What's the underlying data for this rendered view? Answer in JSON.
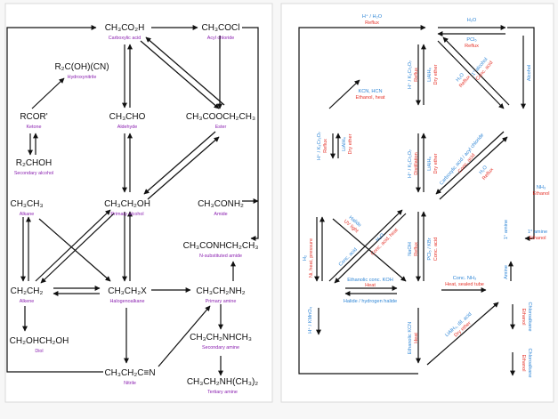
{
  "colors": {
    "compound": "#111111",
    "compound_name": "#8a1fb0",
    "reagent_blue": "#2f86d6",
    "reagent_red": "#e5332a",
    "line": "#111111"
  },
  "left_panel": {
    "compounds": [
      {
        "id": "carboxylic-acid",
        "formula": "CH₃CO₂H",
        "name": "Carboxylic acid"
      },
      {
        "id": "acyl-chloride",
        "formula": "CH₃COCl",
        "name": "Acyl chloride"
      },
      {
        "id": "hydroxynitrile",
        "formula": "R₂C(OH)(CN)",
        "name": "Hydroxynitrile"
      },
      {
        "id": "ketone",
        "formula": "RCOR'",
        "name": "Ketone"
      },
      {
        "id": "aldehyde",
        "formula": "CH₃CHO",
        "name": "Aldehyde"
      },
      {
        "id": "ester",
        "formula": "CH₃COOCH₂CH₃",
        "name": "Ester"
      },
      {
        "id": "secondary-alcohol",
        "formula": "R₂CHOH",
        "name": "Secondary alcohol"
      },
      {
        "id": "alkane",
        "formula": "CH₃CH₃",
        "name": "Alkane"
      },
      {
        "id": "primary-alcohol",
        "formula": "CH₃CH₂OH",
        "name": "Primary alcohol"
      },
      {
        "id": "amide",
        "formula": "CH₃CONH₂",
        "name": "Amide"
      },
      {
        "id": "n-substituted-amide",
        "formula": "CH₃CONHCH₂CH₃",
        "name": "N-substituted amide"
      },
      {
        "id": "alkene",
        "formula": "CH₂CH₂",
        "name": "Alkene"
      },
      {
        "id": "halogenoalkane",
        "formula": "CH₃CH₂X",
        "name": "Halogenoalkane"
      },
      {
        "id": "primary-amine",
        "formula": "CH₃CH₂NH₂",
        "name": "Primary amine"
      },
      {
        "id": "diol",
        "formula": "CH₂OHCH₂OH",
        "name": "Diol"
      },
      {
        "id": "secondary-amine",
        "formula": "CH₃CH₂NHCH₃",
        "name": "Secondary amine"
      },
      {
        "id": "nitrile",
        "formula": "CH₃CH₂C≡N",
        "name": "Nitrile"
      },
      {
        "id": "tertiary-amine",
        "formula": "CH₃CH₂NH(CH₃)₂",
        "name": "Tertiary amine"
      }
    ]
  },
  "right_panel": {
    "conditions": [
      {
        "id": "acid-to-acyl-1",
        "parts": [
          {
            "text": "H⁺ / H₂O",
            "color": "blue"
          },
          {
            "text": "Reflux",
            "color": "red"
          }
        ]
      },
      {
        "id": "acid-to-acyl-2",
        "parts": [
          {
            "text": "H₂O",
            "color": "blue"
          }
        ]
      },
      {
        "id": "acid-to-acyl-3",
        "parts": [
          {
            "text": "PCl₅",
            "color": "blue"
          },
          {
            "text": "Reflux",
            "color": "red"
          }
        ]
      },
      {
        "id": "aldehyde-to-acid-1",
        "parts": [
          {
            "text": "H⁺ / K₂Cr₂O₇",
            "color": "blue"
          },
          {
            "text": "Reflux",
            "color": "red"
          }
        ]
      },
      {
        "id": "aldehyde-to-acid-2",
        "parts": [
          {
            "text": "LiAlH₄",
            "color": "blue"
          },
          {
            "text": "Dry ether",
            "color": "red"
          }
        ]
      },
      {
        "id": "ester-1",
        "parts": [
          {
            "text": "1° alcohol",
            "color": "blue"
          },
          {
            "text": "Conc. acid",
            "color": "red"
          }
        ]
      },
      {
        "id": "ester-2",
        "parts": [
          {
            "text": "H₂O",
            "color": "blue"
          },
          {
            "text": "Reflux",
            "color": "red"
          }
        ]
      },
      {
        "id": "amide-from-acyl",
        "parts": [
          {
            "text": "Alcohol",
            "color": "blue"
          }
        ]
      },
      {
        "id": "hydroxynitrile-cond",
        "parts": [
          {
            "text": "KCN, HCN",
            "color": "blue"
          },
          {
            "text": "Ethanol, heat",
            "color": "red"
          }
        ]
      },
      {
        "id": "ketone-1",
        "parts": [
          {
            "text": "H⁺ / K₂Cr₂O₇",
            "color": "blue"
          },
          {
            "text": "Reflux",
            "color": "red"
          }
        ]
      },
      {
        "id": "ketone-2",
        "parts": [
          {
            "text": "LiAlH₄",
            "color": "blue"
          },
          {
            "text": "Dry ether",
            "color": "red"
          }
        ]
      },
      {
        "id": "alcohol-to-aldehyde-1",
        "parts": [
          {
            "text": "H⁺ / K₂Cr₂O₇",
            "color": "blue"
          },
          {
            "text": "Distillation",
            "color": "red"
          }
        ]
      },
      {
        "id": "alcohol-to-aldehyde-2",
        "parts": [
          {
            "text": "LiAlH₄",
            "color": "blue"
          },
          {
            "text": "Dry ether",
            "color": "red"
          }
        ]
      },
      {
        "id": "alcohol-ester-1",
        "parts": [
          {
            "text": "Carboxylic acid / acyl chloride",
            "color": "blue"
          },
          {
            "text": "Conc. acid",
            "color": "red"
          }
        ]
      },
      {
        "id": "alcohol-ester-2",
        "parts": [
          {
            "text": "H₂O",
            "color": "blue"
          },
          {
            "text": "Reflux",
            "color": "red"
          }
        ]
      },
      {
        "id": "amide-to-nsub",
        "parts": [
          {
            "text": "NH₃",
            "color": "blue"
          },
          {
            "text": "Ethanol",
            "color": "red"
          }
        ]
      },
      {
        "id": "nsub-to-amine",
        "parts": [
          {
            "text": "1° amine",
            "color": "blue"
          },
          {
            "text": "Ethanol",
            "color": "red"
          }
        ]
      },
      {
        "id": "amide-side",
        "parts": [
          {
            "text": "1° amine",
            "color": "blue"
          }
        ]
      },
      {
        "id": "alkane-alkene",
        "parts": [
          {
            "text": "H₂",
            "color": "blue"
          },
          {
            "text": "Ni, heat, pressure",
            "color": "red"
          }
        ]
      },
      {
        "id": "alkene-halo",
        "parts": [
          {
            "text": "Halide",
            "color": "blue"
          },
          {
            "text": "UV light",
            "color": "red"
          }
        ]
      },
      {
        "id": "alkene-alcohol",
        "parts": [
          {
            "text": "H₂O",
            "color": "blue"
          },
          {
            "text": "Conc. acid, heat",
            "color": "red"
          }
        ]
      },
      {
        "id": "halo-alcohol-1",
        "parts": [
          {
            "text": "NaOH",
            "color": "blue"
          },
          {
            "text": "Reflux",
            "color": "red"
          }
        ]
      },
      {
        "id": "halo-alcohol-2",
        "parts": [
          {
            "text": "PCl₅ / KBr",
            "color": "blue"
          },
          {
            "text": "Conc. acid",
            "color": "red"
          }
        ]
      },
      {
        "id": "alkene-halo-2",
        "parts": [
          {
            "text": "Conc. acid",
            "color": "blue"
          }
        ]
      },
      {
        "id": "elimination",
        "parts": [
          {
            "text": "Ethanolic conc. KOH",
            "color": "blue"
          },
          {
            "text": "Heat",
            "color": "red"
          }
        ]
      },
      {
        "id": "addition",
        "parts": [
          {
            "text": "Halide / hydrogen halide",
            "color": "blue"
          }
        ]
      },
      {
        "id": "halo-amine",
        "parts": [
          {
            "text": "Conc. NH₃",
            "color": "blue"
          },
          {
            "text": "Heat, sealed tube",
            "color": "red"
          }
        ]
      },
      {
        "id": "alkene-diol",
        "parts": [
          {
            "text": "H⁺ / KMnO₄",
            "color": "blue"
          }
        ]
      },
      {
        "id": "halo-nitrile",
        "parts": [
          {
            "text": "Ethanolic KCN",
            "color": "blue"
          },
          {
            "text": "Heat",
            "color": "red"
          }
        ]
      },
      {
        "id": "nitrile-amine",
        "parts": [
          {
            "text": "LiAlH₄, dil. acid",
            "color": "blue"
          },
          {
            "text": "Dry ether",
            "color": "red"
          }
        ]
      },
      {
        "id": "amine-amine",
        "parts": [
          {
            "text": "Amine",
            "color": "blue"
          }
        ]
      },
      {
        "id": "to-secondary",
        "parts": [
          {
            "text": "Chloroalkane",
            "color": "blue"
          },
          {
            "text": "Ethanol",
            "color": "red"
          }
        ]
      },
      {
        "id": "to-tertiary",
        "parts": [
          {
            "text": "Chloroalkane",
            "color": "blue"
          },
          {
            "text": "Ethanol",
            "color": "red"
          }
        ]
      }
    ]
  }
}
